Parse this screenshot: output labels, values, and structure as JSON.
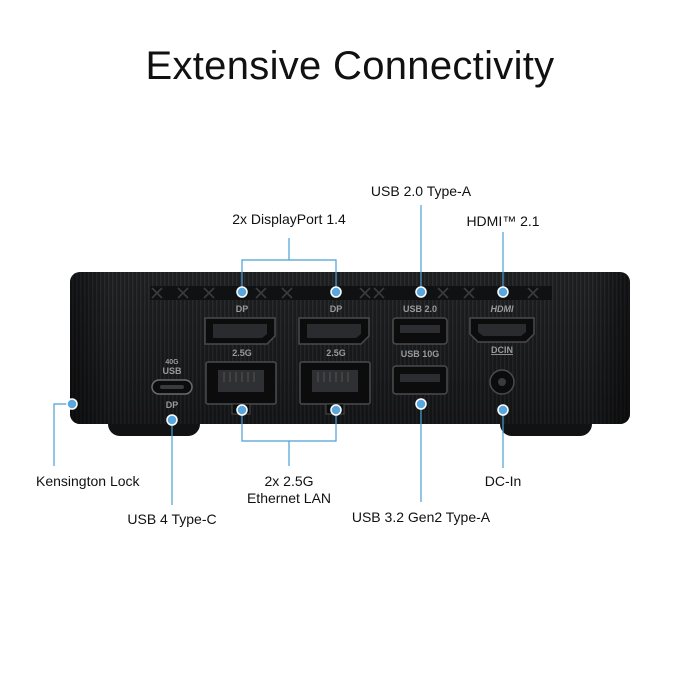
{
  "title": "Extensive Connectivity",
  "device_labels": {
    "dp_top_left": "DP",
    "dp_top_right": "DP",
    "usb20": "USB 2.0",
    "hdmi": "HDMI",
    "lan_left": "2.5G",
    "lan_right": "2.5G",
    "usb10g": "USB 10G",
    "dcin": "DCIN",
    "usb4_top": "40G",
    "usb4_mid": "USB",
    "usb4_bottom": "DP"
  },
  "callouts": {
    "usb20_typea": "USB 2.0 Type-A",
    "displayport": "2x DisplayPort 1.4",
    "hdmi": "HDMI™ 2.1",
    "kensington": "Kensington Lock",
    "ethernet_line1": "2x 2.5G",
    "ethernet_line2": "Ethernet LAN",
    "dcin": "DC-In",
    "usb4": "USB 4 Type-C",
    "usb32": "USB 3.2 Gen2 Type-A"
  },
  "colors": {
    "accent_line": "#4a9fd8",
    "dot": "#5aa6df",
    "device_body": "#1b1c1e"
  }
}
